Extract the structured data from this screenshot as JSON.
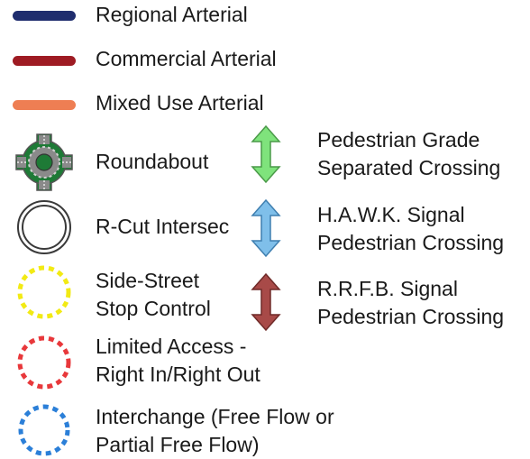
{
  "legend": {
    "regional_arterial": {
      "label": "Regional Arterial",
      "color": "#1f2d6e"
    },
    "commercial_arterial": {
      "label": "Commercial Arterial",
      "color": "#9e1b23"
    },
    "mixed_use_arterial": {
      "label": "Mixed Use Arterial",
      "color": "#ee7e53"
    },
    "roundabout": {
      "label": "Roundabout",
      "icon": "roundabout-icon",
      "color": "#1e7a36"
    },
    "r_cut": {
      "label": "R-Cut Intersec",
      "icon": "double-circle-icon"
    },
    "side_street": {
      "label": "Side-Street\nStop Control",
      "icon": "dashed-circle-icon",
      "color": "#f2ea14"
    },
    "limited_access": {
      "label": "Limited Access -\nRight In/Right Out",
      "icon": "dashed-circle-icon",
      "color": "#e8383b"
    },
    "interchange": {
      "label": "Interchange (Free Flow or\nPartial Free Flow)",
      "icon": "dashed-circle-icon",
      "color": "#2b7fd8"
    },
    "ped_grade": {
      "label": "Pedestrian Grade\nSeparated Crossing",
      "icon": "double-arrow-icon",
      "color": "#7fe37c"
    },
    "hawk": {
      "label": "H.A.W.K. Signal\nPedestrian Crossing",
      "icon": "double-arrow-icon",
      "color": "#7fbfea"
    },
    "rrfb": {
      "label": "R.R.F.B. Signal\nPedestrian Crossing",
      "icon": "double-arrow-icon",
      "color": "#a84a48"
    }
  }
}
